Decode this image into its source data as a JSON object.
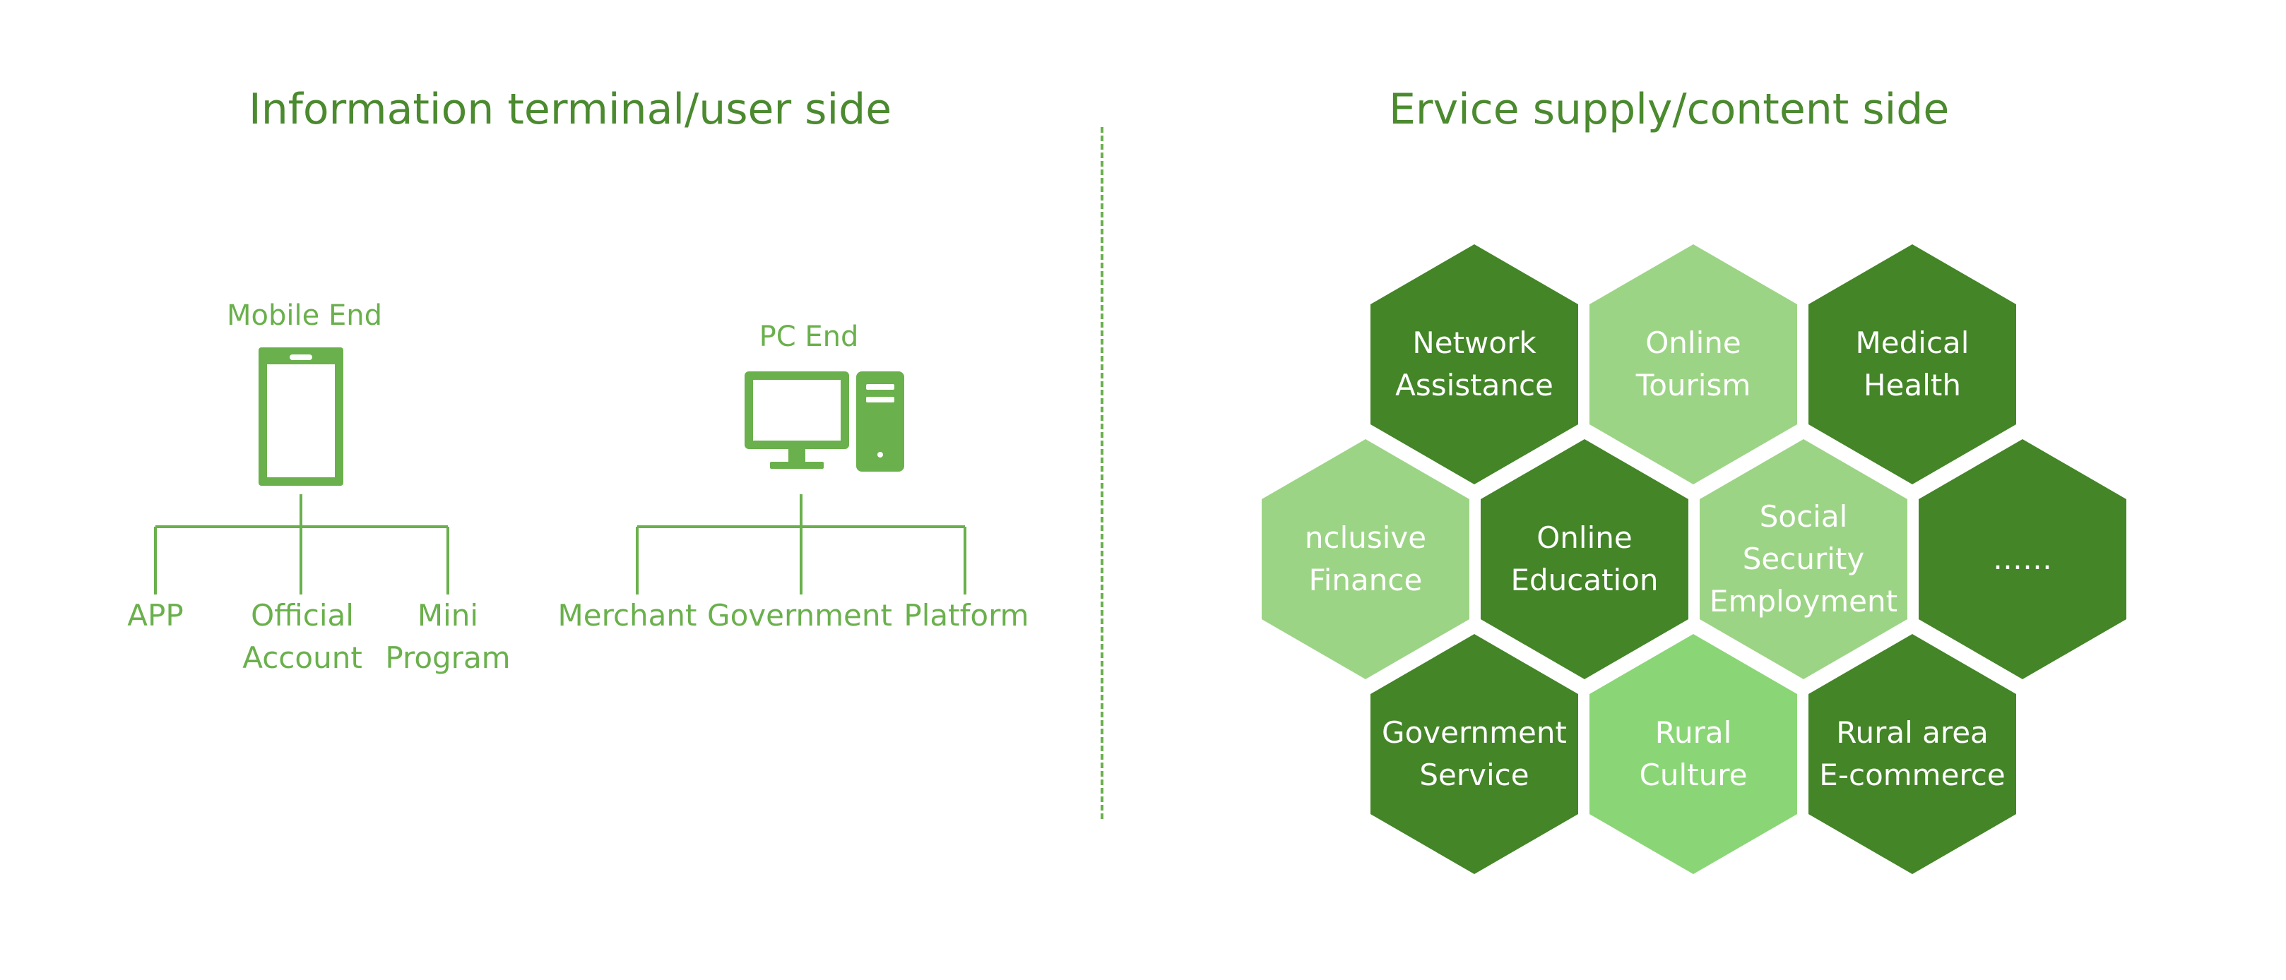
{
  "left_title": "Information terminal/user side",
  "right_title": "Ervice supply/content side",
  "mobile": {
    "label": "Mobile End",
    "icon": "smartphone-icon",
    "children": [
      {
        "lines": [
          "APP"
        ]
      },
      {
        "lines": [
          "Official",
          "Account"
        ]
      },
      {
        "lines": [
          "Mini",
          "Program"
        ]
      }
    ]
  },
  "pc": {
    "label": "PC End",
    "icon": "desktop-computer-icon",
    "children": [
      {
        "lines": [
          "Merchant"
        ]
      },
      {
        "lines": [
          "Government"
        ]
      },
      {
        "lines": [
          "Platform"
        ]
      }
    ]
  },
  "services": [
    {
      "lines": [
        "Network",
        "Assistance"
      ],
      "tone": "dark"
    },
    {
      "lines": [
        "Online",
        "Tourism"
      ],
      "tone": "light"
    },
    {
      "lines": [
        "Medical",
        "Health"
      ],
      "tone": "dark"
    },
    {
      "lines": [
        "nclusive",
        "Finance"
      ],
      "tone": "light"
    },
    {
      "lines": [
        "Online",
        "Education"
      ],
      "tone": "dark"
    },
    {
      "lines": [
        "Social",
        "Security",
        "Employment"
      ],
      "tone": "light"
    },
    {
      "lines": [
        "……"
      ],
      "tone": "dark"
    },
    {
      "lines": [
        "Government",
        "Service"
      ],
      "tone": "dark"
    },
    {
      "lines": [
        "Rural",
        "Culture"
      ],
      "tone": "lighter"
    },
    {
      "lines": [
        "Rural area",
        "E-commerce"
      ],
      "tone": "dark"
    }
  ],
  "colors": {
    "title": "#4b8a2f",
    "accent": "#6ab04c",
    "dark_hex": "#438527",
    "light_hex": "#9cd485",
    "lighter_hex": "#8ad676"
  }
}
